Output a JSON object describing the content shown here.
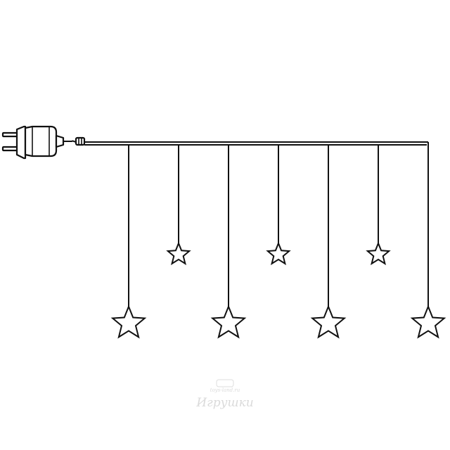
{
  "diagram": {
    "subject": "star-string-light-curtain",
    "colors": {
      "line": "#111111",
      "background": "#ffffff",
      "watermark": "#d4d4d4"
    },
    "strands": [
      {
        "star": "large"
      },
      {
        "star": "small"
      },
      {
        "star": "large"
      },
      {
        "star": "small"
      },
      {
        "star": "large"
      },
      {
        "star": "small"
      },
      {
        "star": "large"
      }
    ]
  },
  "watermark": {
    "url": "toys-land.ru",
    "brand": "Игрушки"
  }
}
